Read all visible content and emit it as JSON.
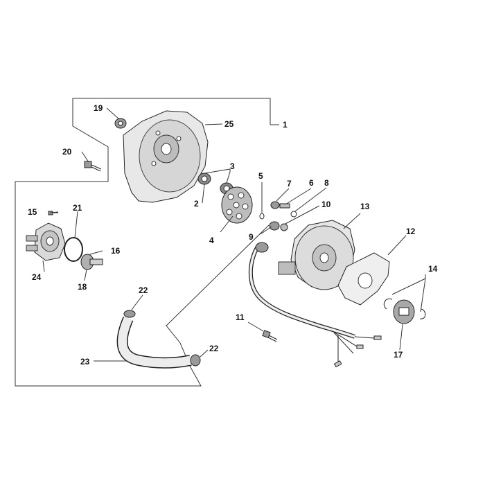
{
  "diagram": {
    "type": "exploded-parts-diagram",
    "line_color": "#333333",
    "part_fill": "#e6e6e6",
    "part_dark": "#8a8a8a",
    "callouts": {
      "c1": "1",
      "c2": "2",
      "c3": "3",
      "c4": "4",
      "c5": "5",
      "c6": "6",
      "c7": "7",
      "c8": "8",
      "c9": "9",
      "c10": "10",
      "c11": "11",
      "c12": "12",
      "c13": "13",
      "c14": "14",
      "c15": "15",
      "c16": "16",
      "c17": "17",
      "c18": "18",
      "c19": "19",
      "c20": "20",
      "c21": "21",
      "c22a": "22",
      "c22b": "22",
      "c23": "23",
      "c24": "24",
      "c25": "25"
    }
  }
}
